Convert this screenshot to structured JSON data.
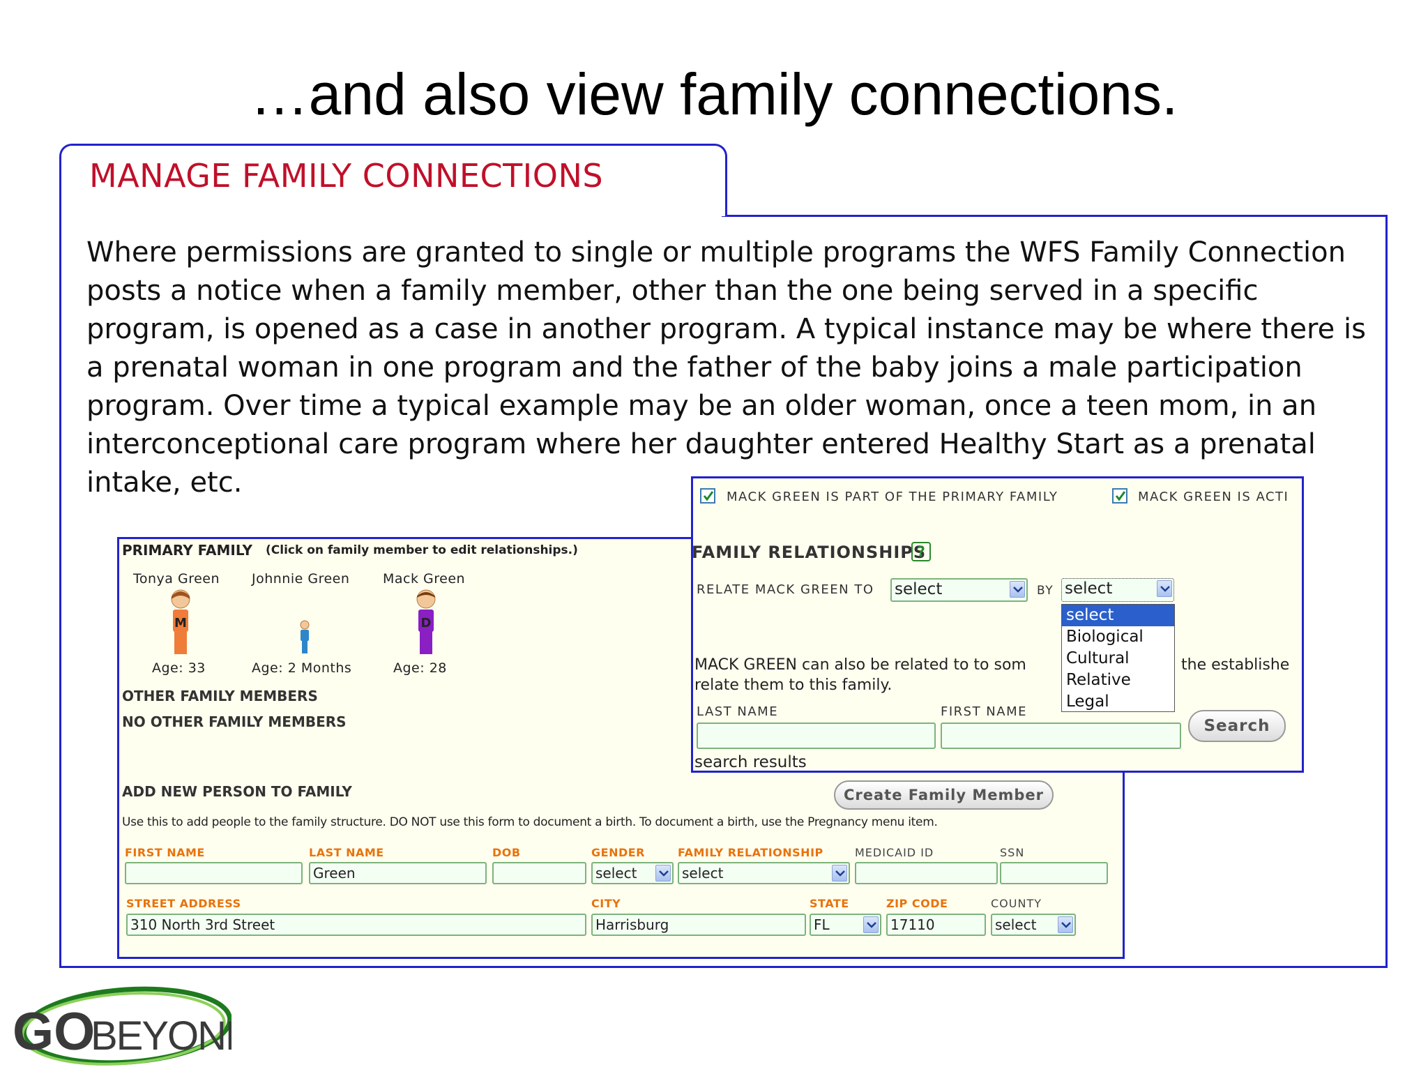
{
  "slide": {
    "title": "…and also view family connections.",
    "section_label": "MANAGE FAMILY CONNECTIONS",
    "description": "Where permissions are granted to single or multiple programs the WFS Family Connection posts a notice when a family member, other than the one being served in a specific program, is opened as a case in another program. A typical instance may be where there is a prenatal woman in one program and the father of the baby joins a male participation program. Over time a typical example may be an older woman, once a teen mom, in an interconceptional care program where her daughter entered Healthy Start as a prenatal intake, etc."
  },
  "primary_family": {
    "heading": "PRIMARY FAMILY",
    "hint": "(Click on family member to edit relationships.)",
    "members": [
      {
        "name": "Tonya Green",
        "age": "Age: 33",
        "badge": "M",
        "color": "#f07c3a"
      },
      {
        "name": "Johnnie Green",
        "age": "Age: 2 Months",
        "badge": "",
        "color": "#2d86c9"
      },
      {
        "name": "Mack Green",
        "age": "Age: 28",
        "badge": "D",
        "color": "#8a1fc4"
      }
    ],
    "other_heading": "OTHER FAMILY MEMBERS",
    "other_none": "NO OTHER FAMILY MEMBERS"
  },
  "add_person": {
    "heading": "ADD NEW PERSON TO FAMILY",
    "create_button": "Create Family Member",
    "note": "Use this to add people to the family structure. DO NOT use this form to document a birth. To document a birth, use the Pregnancy menu item.",
    "labels": {
      "first_name": "FIRST NAME",
      "last_name": "LAST NAME",
      "dob": "DOB",
      "gender": "GENDER",
      "family_relationship": "FAMILY RELATIONSHIP",
      "medicaid_id": "MEDICAID ID",
      "ssn": "SSN",
      "street_address": "STREET ADDRESS",
      "city": "CITY",
      "state": "STATE",
      "zip_code": "ZIP CODE",
      "county": "COUNTY"
    },
    "values": {
      "first_name": "",
      "last_name": "Green",
      "dob": "",
      "gender": "select",
      "family_relationship": "select",
      "medicaid_id": "",
      "ssn": "",
      "street_address": "310 North 3rd Street",
      "city": "Harrisburg",
      "state": "FL",
      "zip_code": "17110",
      "county": "select"
    }
  },
  "relations": {
    "check_primary": "MACK GREEN IS PART OF THE PRIMARY FAMILY",
    "check_active": "MACK GREEN IS ACTI",
    "heading": "FAMILY RELATIONSHIPS",
    "help": "?",
    "relate_label": "RELATE MACK GREEN TO",
    "relate_value": "select",
    "by_label": "BY",
    "by_value": "select",
    "by_options": [
      "select",
      "Biological",
      "Cultural",
      "Relative",
      "Legal"
    ],
    "note_left": "MACK GREEN can also be related to to som",
    "note_right": "the establishe",
    "note_line2": "relate them to this family.",
    "last_name_label": "LAST NAME",
    "first_name_label": "FIRST NAME",
    "search_button": "Search",
    "search_results": "search results"
  },
  "logo": {
    "text": "GO BEYOND"
  },
  "colors": {
    "frame": "#2222cc",
    "section_label": "#c0102a",
    "panel_bg": "#fffff0",
    "orange_label": "#e8730c",
    "field_border": "#7bb37b"
  }
}
